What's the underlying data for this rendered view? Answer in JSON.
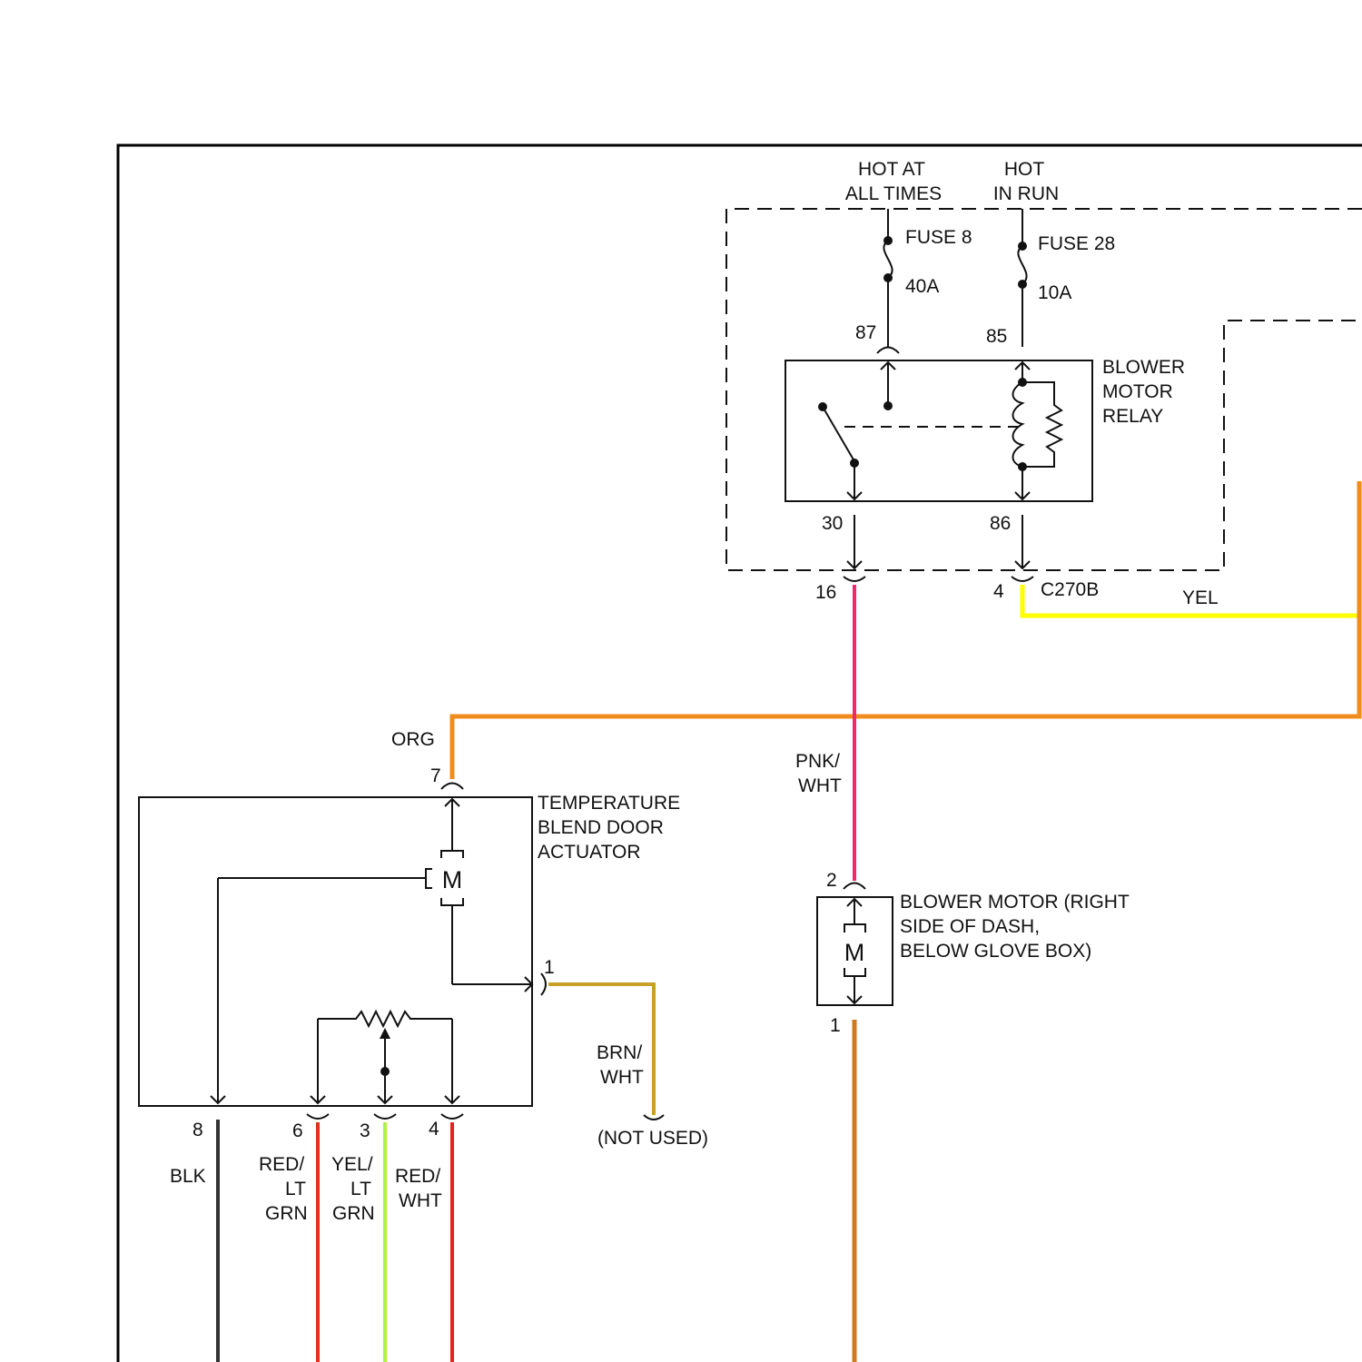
{
  "power": {
    "hot_at_all_times": [
      "HOT AT",
      "ALL TIMES"
    ],
    "hot_in_run": [
      "HOT",
      "IN RUN"
    ]
  },
  "fuses": {
    "fuse8": {
      "name": "FUSE 8",
      "rating": "40A"
    },
    "fuse28": {
      "name": "FUSE 28",
      "rating": "10A"
    }
  },
  "relay": {
    "label": [
      "BLOWER",
      "MOTOR",
      "RELAY"
    ],
    "pins": {
      "p87": "87",
      "p85": "85",
      "p30": "30",
      "p86": "86"
    }
  },
  "connector": {
    "name": "C270B",
    "pin_16": "16",
    "pin_4": "4"
  },
  "actuator": {
    "label": [
      "TEMPERATURE",
      "BLEND DOOR",
      "ACTUATOR"
    ],
    "motor_symbol": "M",
    "pins": {
      "p7": "7",
      "p1": "1",
      "p8": "8",
      "p6": "6",
      "p3": "3",
      "p4": "4"
    }
  },
  "blower_motor": {
    "label": [
      "BLOWER MOTOR (RIGHT",
      "SIDE OF DASH,",
      "BELOW GLOVE BOX)"
    ],
    "motor_symbol": "M",
    "pins": {
      "p2": "2",
      "p1": "1"
    }
  },
  "wires": {
    "yel": {
      "label": [
        "YEL"
      ],
      "color": "#ffff00"
    },
    "org": {
      "label": [
        "ORG"
      ],
      "color": "#f08c1e"
    },
    "pnk_wht": {
      "label": [
        "PNK/",
        "WHT"
      ],
      "color": "#ee2a6a"
    },
    "brn_wht": {
      "label": [
        "BRN/",
        "WHT"
      ],
      "color": "#c8a028"
    },
    "blk": {
      "label": [
        "BLK"
      ],
      "color": "#333333"
    },
    "red_lt_grn": {
      "label": [
        "RED/",
        "LT",
        "GRN"
      ],
      "color": "#e0301e"
    },
    "yel_lt_grn": {
      "label": [
        "YEL/",
        "LT",
        "GRN"
      ],
      "color": "#b0f040"
    },
    "red_wht": {
      "label": [
        "RED/",
        "WHT"
      ],
      "color": "#e82020"
    },
    "blower_ground": {
      "color": "#d07a20"
    }
  },
  "not_used": "(NOT USED)"
}
